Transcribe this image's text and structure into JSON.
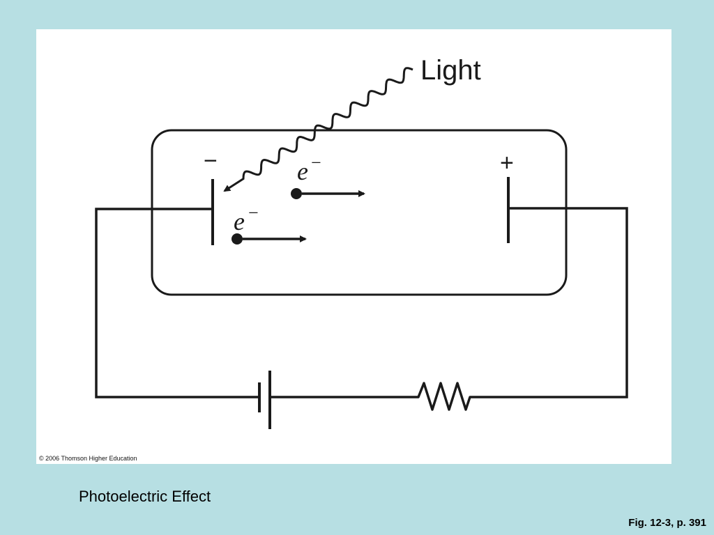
{
  "diagram": {
    "light_label": "Light",
    "cathode_sign": "−",
    "anode_sign": "+",
    "electron_labels": [
      {
        "base": "e",
        "charge": "−"
      },
      {
        "base": "e",
        "charge": "−"
      }
    ],
    "copyright": "© 2006 Thomson Higher Education"
  },
  "slide": {
    "caption": "Photoelectric Effect",
    "fig_ref": "Fig. 12-3, p. 391"
  },
  "colors": {
    "background": "#b7dfe3",
    "panel": "#ffffff",
    "ink": "#1a1a1a"
  }
}
